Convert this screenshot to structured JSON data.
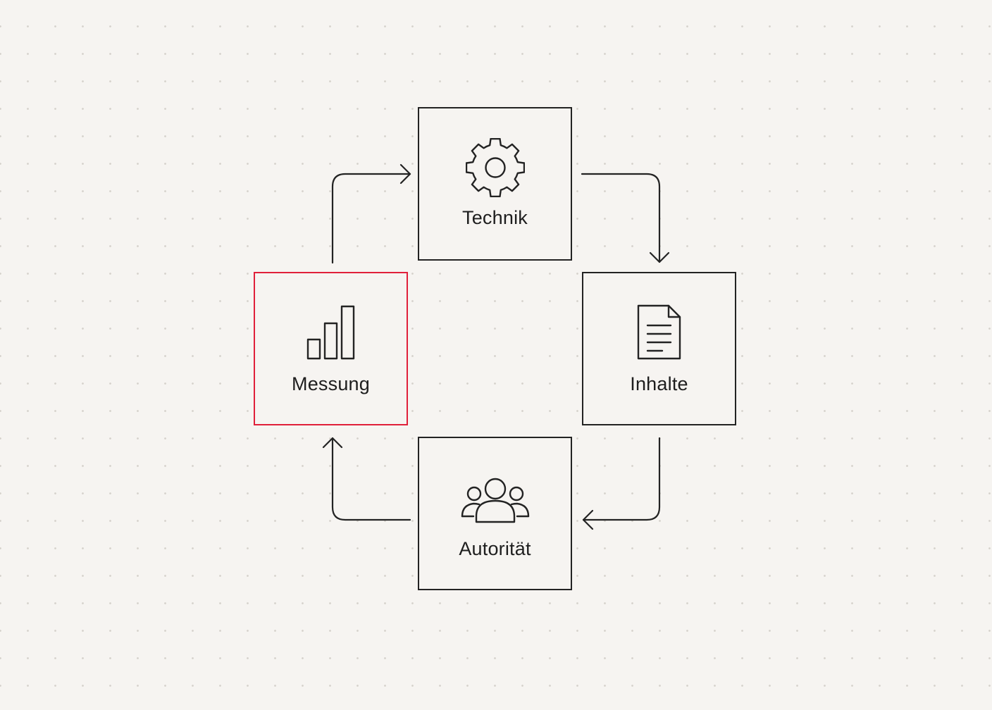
{
  "diagram": {
    "accent_color": "#e0203a",
    "line_color": "#232323",
    "nodes": [
      {
        "id": "technik",
        "label": "Technik",
        "icon": "gear-icon"
      },
      {
        "id": "inhalte",
        "label": "Inhalte",
        "icon": "document-icon"
      },
      {
        "id": "autoritaet",
        "label": "Autorität",
        "icon": "people-icon"
      },
      {
        "id": "messung",
        "label": "Messung",
        "icon": "bar-chart-icon",
        "highlighted": true
      }
    ],
    "flow": [
      "Technik",
      "Inhalte",
      "Autorität",
      "Messung",
      "Technik"
    ]
  }
}
